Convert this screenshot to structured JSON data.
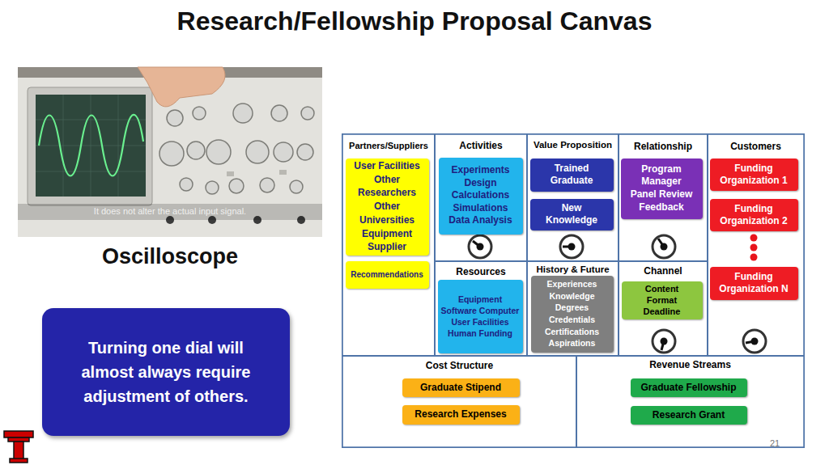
{
  "diagram": {
    "title": "Research/Fellowship Proposal Canvas",
    "nodes": [
      {
        "text": [
          "Turning one dial will almost always require adjustment of others."
        ]
      },
      {
        "text": [
          "Partners/Suppliers"
        ]
      },
      {
        "text": [
          "User Facilities Other Researchers Other Universities Equipment Supplier"
        ],
        "in": 1
      },
      {
        "text": [
          "Recommendations"
        ],
        "in": 1
      },
      {
        "text": [
          "Activities"
        ]
      },
      {
        "text": [
          "Experiments Design Calculations Simulations Data Analysis"
        ],
        "in": 4
      },
      {
        "text": [
          "Value Proposition"
        ]
      },
      {
        "text": [
          "Trained Graduate"
        ],
        "in": 6
      },
      {
        "text": [
          "New Knowledge"
        ],
        "in": 6
      },
      {
        "text": [
          "Relationship"
        ]
      },
      {
        "text": [
          "Program Manager Panel Review Feedback"
        ],
        "in": 9
      },
      {
        "text": [
          "Customers"
        ]
      },
      {
        "text": [
          "Funding Organization 1"
        ],
        "in": 11
      },
      {
        "text": [
          "Funding Organization 2"
        ],
        "in": 11
      },
      {
        "text": [
          "Funding Organization N"
        ],
        "in": 11
      },
      {
        "text": [
          "Resources"
        ]
      },
      {
        "text": [
          "Equipment Software Computer User Facilities Human Funding"
        ],
        "in": 15
      },
      {
        "text": [
          "History & Future"
        ]
      },
      {
        "text": [
          "Experiences Knowledge Degrees Credentials Certifications Aspirations"
        ],
        "in": 17
      },
      {
        "text": [
          "Channel"
        ]
      },
      {
        "text": [
          "Content Format Deadline"
        ],
        "in": 19
      },
      {
        "text": [
          "Cost Structure"
        ]
      },
      {
        "text": [
          "Graduate Stipend"
        ],
        "in": 21
      },
      {
        "text": [
          "Research Expenses"
        ],
        "in": 21
      },
      {
        "text": [
          "Revenue Streams"
        ]
      },
      {
        "text": [
          "Graduate Fellowship"
        ],
        "in": 24
      },
      {
        "text": [
          "Research Grant"
        ],
        "in": 24
      }
    ],
    "labels": [
      "It does not alter the actual input signal.",
      "Oscilloscope",
      "21"
    ]
  }
}
